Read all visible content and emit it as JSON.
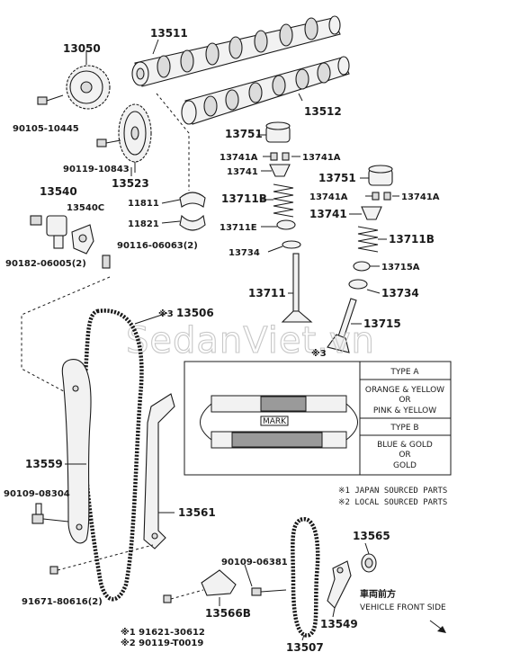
{
  "diagram": {
    "watermark": "SedanViet.vn",
    "labels": {
      "p13511": "13511",
      "p13050": "13050",
      "p13512": "13512",
      "p90105_10445": "90105-10445",
      "p90119_10843": "90119-10843",
      "p13523": "13523",
      "p13751a": "13751",
      "p13741A_l1": "13741A",
      "p13741A_r1": "13741A",
      "p13741a": "13741",
      "p13711B_a": "13711B",
      "p13540": "13540",
      "p13540C": "13540C",
      "p11811": "11811",
      "p11821": "11821",
      "p13711E": "13711E",
      "p13734a": "13734",
      "p90182": "90182-06005(2)",
      "p90116": "90116-06063(2)",
      "p13751b": "13751",
      "p13741A_l2": "13741A",
      "p13741A_r2": "13741A",
      "p13741b": "13741",
      "p13711B_b": "13711B",
      "p13715A": "13715A",
      "p13734b": "13734",
      "p13711": "13711",
      "p13715": "13715",
      "p13506_mark": "※3",
      "p13506": "13506",
      "p13559": "13559",
      "p90109_08304": "90109-08304",
      "p13561": "13561",
      "p91671": "91671-80616(2)",
      "p90109_06381": "90109-06381",
      "p13565": "13565",
      "p13566B": "13566B",
      "p13549": "13549",
      "p13507": "13507",
      "p91621": "※1 91621-30612",
      "p90119_T0019": "※2 90119-T0019"
    },
    "chain_detail": {
      "ref": "※3",
      "mark_label": "MARK",
      "table": {
        "type_a_header": "TYPE A",
        "type_a_line1": "ORANGE & YELLOW",
        "type_a_line2": "OR",
        "type_a_line3": "PINK & YELLOW",
        "type_b_header": "TYPE B",
        "type_b_line1": "BLUE & GOLD",
        "type_b_line2": "OR",
        "type_b_line3": "GOLD"
      }
    },
    "notes": {
      "japan": "※1 JAPAN SOURCED PARTS",
      "local": "※2 LOCAL SOURCED PARTS"
    },
    "direction": {
      "jp": "車両前方",
      "en": "VEHICLE FRONT SIDE"
    }
  }
}
